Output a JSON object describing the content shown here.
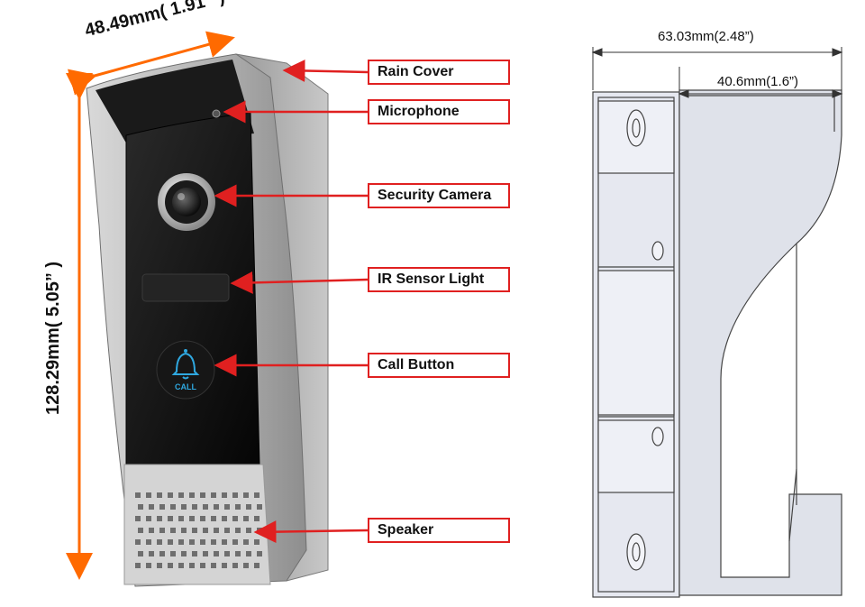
{
  "callouts": {
    "rain_cover": "Rain Cover",
    "microphone": "Microphone",
    "security_camera": "Security Camera",
    "ir_sensor_light": "IR Sensor Light",
    "call_button": "Call Button",
    "speaker": "Speaker"
  },
  "dimensions": {
    "width": "48.49mm( 1.91” )",
    "height": "128.29mm( 5.05” )",
    "depth_total": "63.03mm(2.48”)",
    "depth_front": "40.6mm(1.6”)"
  },
  "button_text": "CALL",
  "colors": {
    "accent_arrow": "#e02020",
    "dimension_arrow": "#ff6a00",
    "panel_black": "#121212",
    "housing_silver": "#b5b5b5",
    "call_icon_blue": "#2fa8e0",
    "drawing_line": "#444444"
  },
  "icons": {
    "call": "bell-icon",
    "camera": "camera-lens-icon"
  }
}
